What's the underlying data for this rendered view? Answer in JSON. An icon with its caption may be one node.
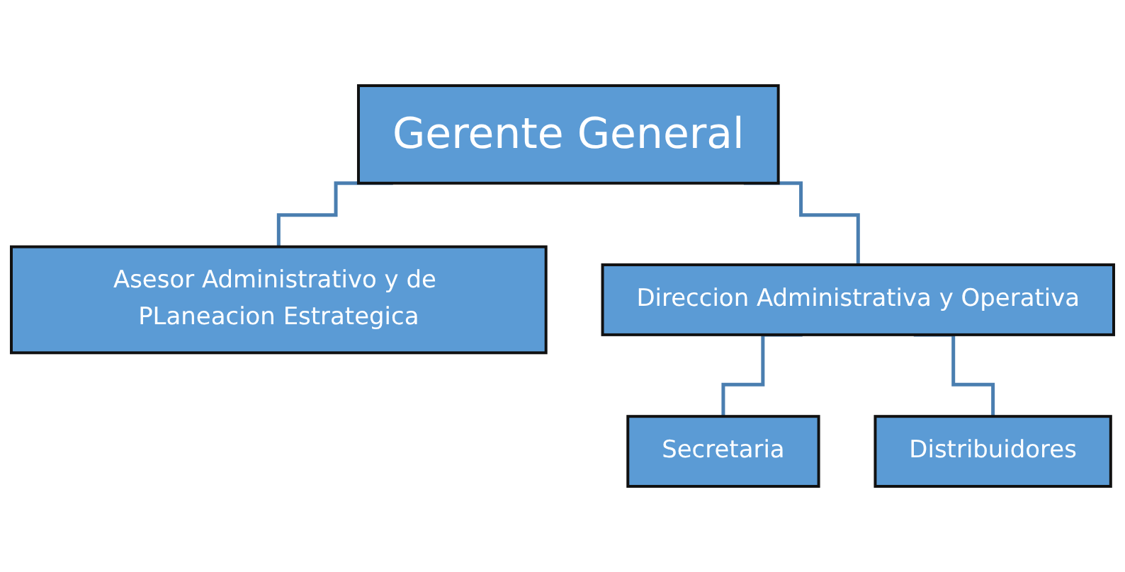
{
  "diagram": {
    "nodes": [
      {
        "text": [
          "Gerente General"
        ]
      },
      {
        "text": [
          "Asesor Administrativo y de PLaneacion Estrategica"
        ]
      },
      {
        "text": [
          "Direccion Administrativa y Operativa"
        ]
      },
      {
        "text": [
          "Secretaria"
        ]
      },
      {
        "text": [
          "Distribuidores"
        ]
      }
    ],
    "edges": [
      {
        "from": 0,
        "to": 1,
        "arrow": "none"
      },
      {
        "from": 0,
        "to": 2,
        "arrow": "none"
      },
      {
        "from": 2,
        "to": 3,
        "arrow": "none"
      },
      {
        "from": 2,
        "to": 4,
        "arrow": "none"
      }
    ]
  }
}
